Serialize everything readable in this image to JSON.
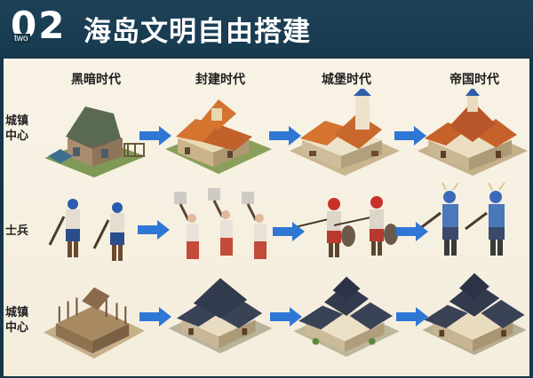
{
  "header": {
    "number": "02",
    "number_sub": "two",
    "title": "海岛文明自由搭建"
  },
  "eras": [
    "黑暗时代",
    "封建时代",
    "城堡时代",
    "帝国时代"
  ],
  "rows": [
    {
      "label_line1": "城镇",
      "label_line2": "中心"
    },
    {
      "label_line1": "士兵",
      "label_line2": ""
    },
    {
      "label_line1": "城镇",
      "label_line2": "中心"
    }
  ],
  "colors": {
    "header_bg": "#163548",
    "panel_bg": "#f6efe0",
    "arrow": "#2f77d4",
    "roof_orange": "#d4742f",
    "roof_dark": "#3a4256"
  },
  "icons": [
    "arrow-right-icon"
  ]
}
